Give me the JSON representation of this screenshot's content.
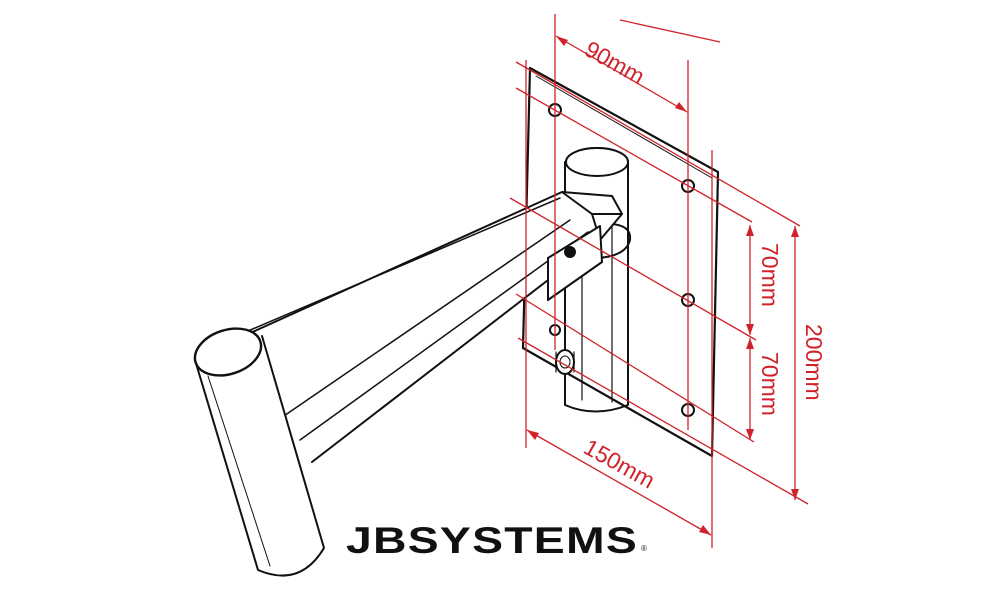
{
  "dimensions": {
    "top_width": "90mm",
    "upper_spacing": "70mm",
    "lower_spacing": "70mm",
    "total_height": "200mm",
    "bottom_width": "150mm"
  },
  "logo": {
    "brand": "JBSYSTEMS",
    "registered": "®"
  },
  "colors": {
    "dimension_lines": "#d0222a",
    "outline": "#111111",
    "background": "#ffffff"
  }
}
